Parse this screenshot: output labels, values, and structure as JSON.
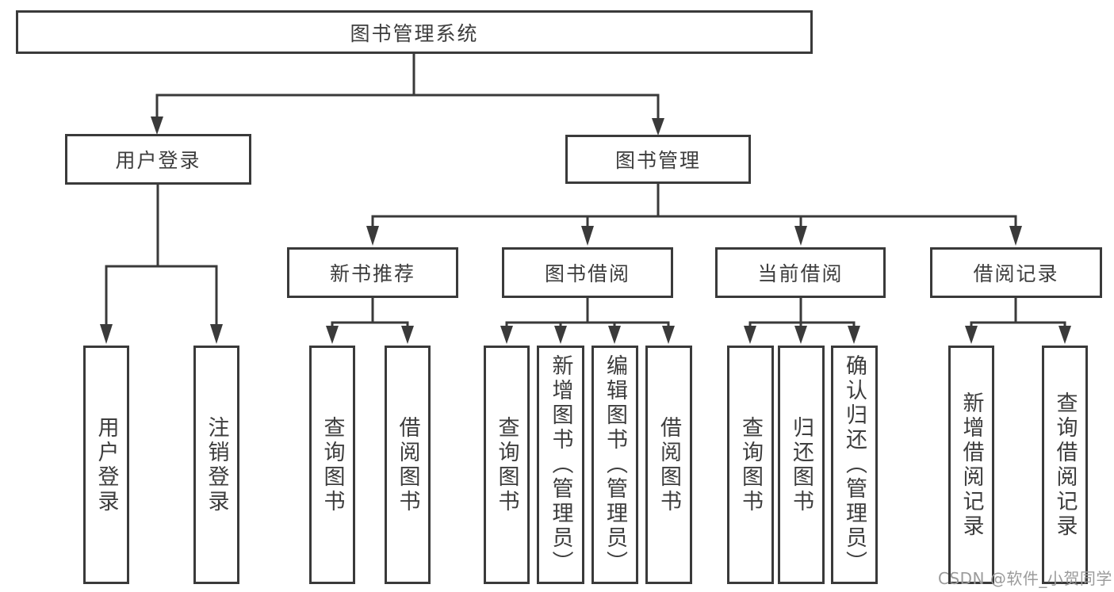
{
  "colors": {
    "background": "#ffffff",
    "line": "#3a3a3a",
    "text": "#3d3d3d",
    "watermark": "#9b9b9b"
  },
  "watermark": "CSDN @软件_小贺同学",
  "nodes": {
    "root": "图书管理系统",
    "user_login": "用户登录",
    "book_management": "图书管理",
    "new_book_recommend": "新书推荐",
    "book_borrowing": "图书借阅",
    "current_borrowing": "当前借阅",
    "borrowing_records": "借阅记录",
    "leaf_user_login": "用户登录",
    "leaf_logout": "注销登录",
    "leaf_query_books_recommend": "查询图书",
    "leaf_borrow_books_recommend": "借阅图书",
    "leaf_query_books_borrowing": "查询图书",
    "leaf_add_books_admin": "新增图书（管理员）",
    "leaf_edit_books_admin": "编辑图书（管理员）",
    "leaf_borrow_books_borrowing": "借阅图书",
    "leaf_query_books_current": "查询图书",
    "leaf_return_books": "归还图书",
    "leaf_confirm_return_admin": "确认归还（管理员）",
    "leaf_add_borrow_record": "新增借阅记录",
    "leaf_query_borrow_record": "查询借阅记录"
  },
  "hierarchy": {
    "图书管理系统": {
      "用户登录": [
        "用户登录",
        "注销登录"
      ],
      "图书管理": {
        "新书推荐": [
          "查询图书",
          "借阅图书"
        ],
        "图书借阅": [
          "查询图书",
          "新增图书（管理员）",
          "编辑图书（管理员）",
          "借阅图书"
        ],
        "当前借阅": [
          "查询图书",
          "归还图书",
          "确认归还（管理员）"
        ],
        "借阅记录": [
          "新增借阅记录",
          "查询借阅记录"
        ]
      }
    }
  }
}
